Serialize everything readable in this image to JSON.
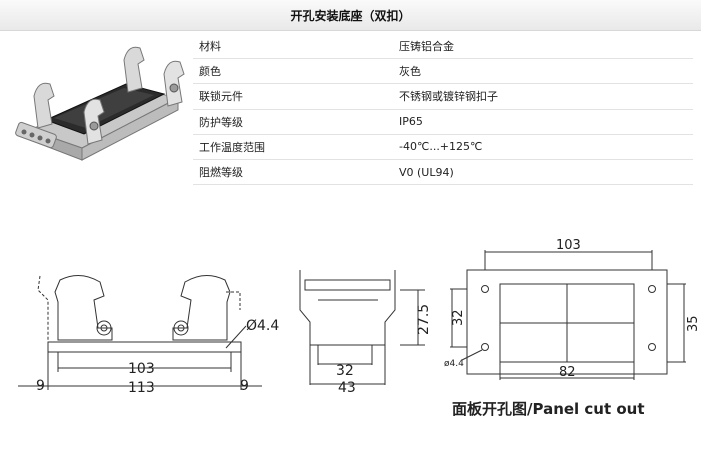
{
  "title": "开孔安装底座（双扣）",
  "specs": [
    {
      "label": "材料",
      "value": "压铸铝合金"
    },
    {
      "label": "颜色",
      "value": "灰色"
    },
    {
      "label": "联锁元件",
      "value": "不锈钢或镀锌钢扣子"
    },
    {
      "label": "防护等级",
      "value": "IP65"
    },
    {
      "label": "工作温度范围",
      "value": "-40℃...+125℃"
    },
    {
      "label": "阻燃等级",
      "value": "V0 (UL94)"
    }
  ],
  "front_view": {
    "hole": "Ø4.4",
    "inner": "103",
    "outer": "113",
    "left_gap": "9",
    "right_gap": "9"
  },
  "side_view": {
    "height": "27.5",
    "inner": "32",
    "outer": "43"
  },
  "panel_view": {
    "top": "103",
    "bottom": "82",
    "left": "32",
    "right": "35",
    "hole": "ø4.4"
  },
  "caption": "面板开孔图/Panel cut out"
}
